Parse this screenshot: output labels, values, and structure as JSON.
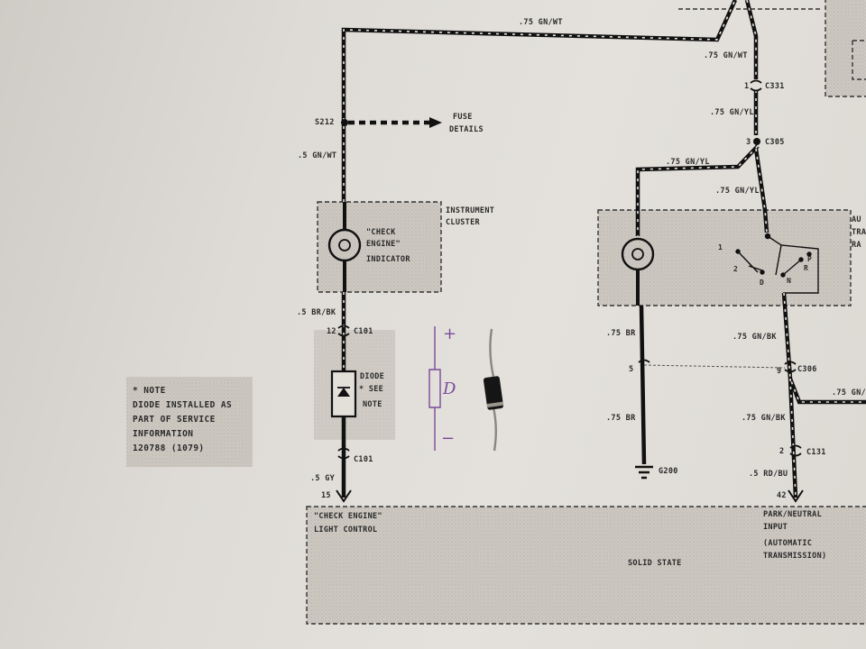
{
  "wires": {
    "top_gn_wt": ".75 GN/WT",
    "top_right_gn_wt": ".75 GN/WT",
    "left_gn_wt": ".5 GN/WT",
    "br_bk": ".5 BR/BK",
    "gy": ".5 GY",
    "gn_yl_1": ".75 GN/YL",
    "gn_yl_2": ".75 GN/YL",
    "gn_yl_3": ".75 GN/YL",
    "br_upper": ".75 BR",
    "br_lower": ".75 BR",
    "gn_bk_upper": ".75 GN/BK",
    "gn_bk_lower": ".75 GN/BK",
    "gn_bk_right": ".75 GN/",
    "rd_bu": ".5 RD/BU"
  },
  "splices": {
    "s212": "S212"
  },
  "fuse": {
    "line1": "FUSE",
    "line2": "DETAILS"
  },
  "instrument_cluster": {
    "line1": "INSTRUMENT",
    "line2": "CLUSTER",
    "indicator_line1": "\"CHECK",
    "indicator_line2": "ENGINE\"",
    "indicator_line3": "INDICATOR"
  },
  "connectors": {
    "c331": "C331",
    "c305": "C305",
    "c101_top": "C101",
    "c101_bottom": "C101",
    "c306": "C306",
    "c131": "C131",
    "g200": "G200"
  },
  "pins": {
    "p1": "1",
    "p3": "3",
    "p12": "12",
    "p15": "15",
    "p5": "5",
    "p9": "9",
    "p2": "2",
    "p42": "42"
  },
  "diode": {
    "line1": "DIODE",
    "line2": "* SEE",
    "line3": "NOTE"
  },
  "pen_marks": {
    "plus": "+",
    "minus": "−",
    "d": "D"
  },
  "switch": {
    "label_prefix": "AU",
    "label_mid": "TRA",
    "label_end": "RA",
    "positions": [
      "1",
      "2",
      "D",
      "N",
      "R",
      "P"
    ]
  },
  "side_note": {
    "line1": "* NOTE",
    "line2": "DIODE INSTALLED AS",
    "line3": "PART OF SERVICE",
    "line4": "INFORMATION",
    "line5": "120788 (1079)"
  },
  "solid_state": {
    "title": "SOLID STATE",
    "left_line1": "\"CHECK ENGINE\"",
    "left_line2": "LIGHT CONTROL",
    "right_line1": "PARK/NEUTRAL",
    "right_line2": "INPUT",
    "right_line3": "(AUTOMATIC",
    "right_line4": "TRANSMISSION)"
  }
}
